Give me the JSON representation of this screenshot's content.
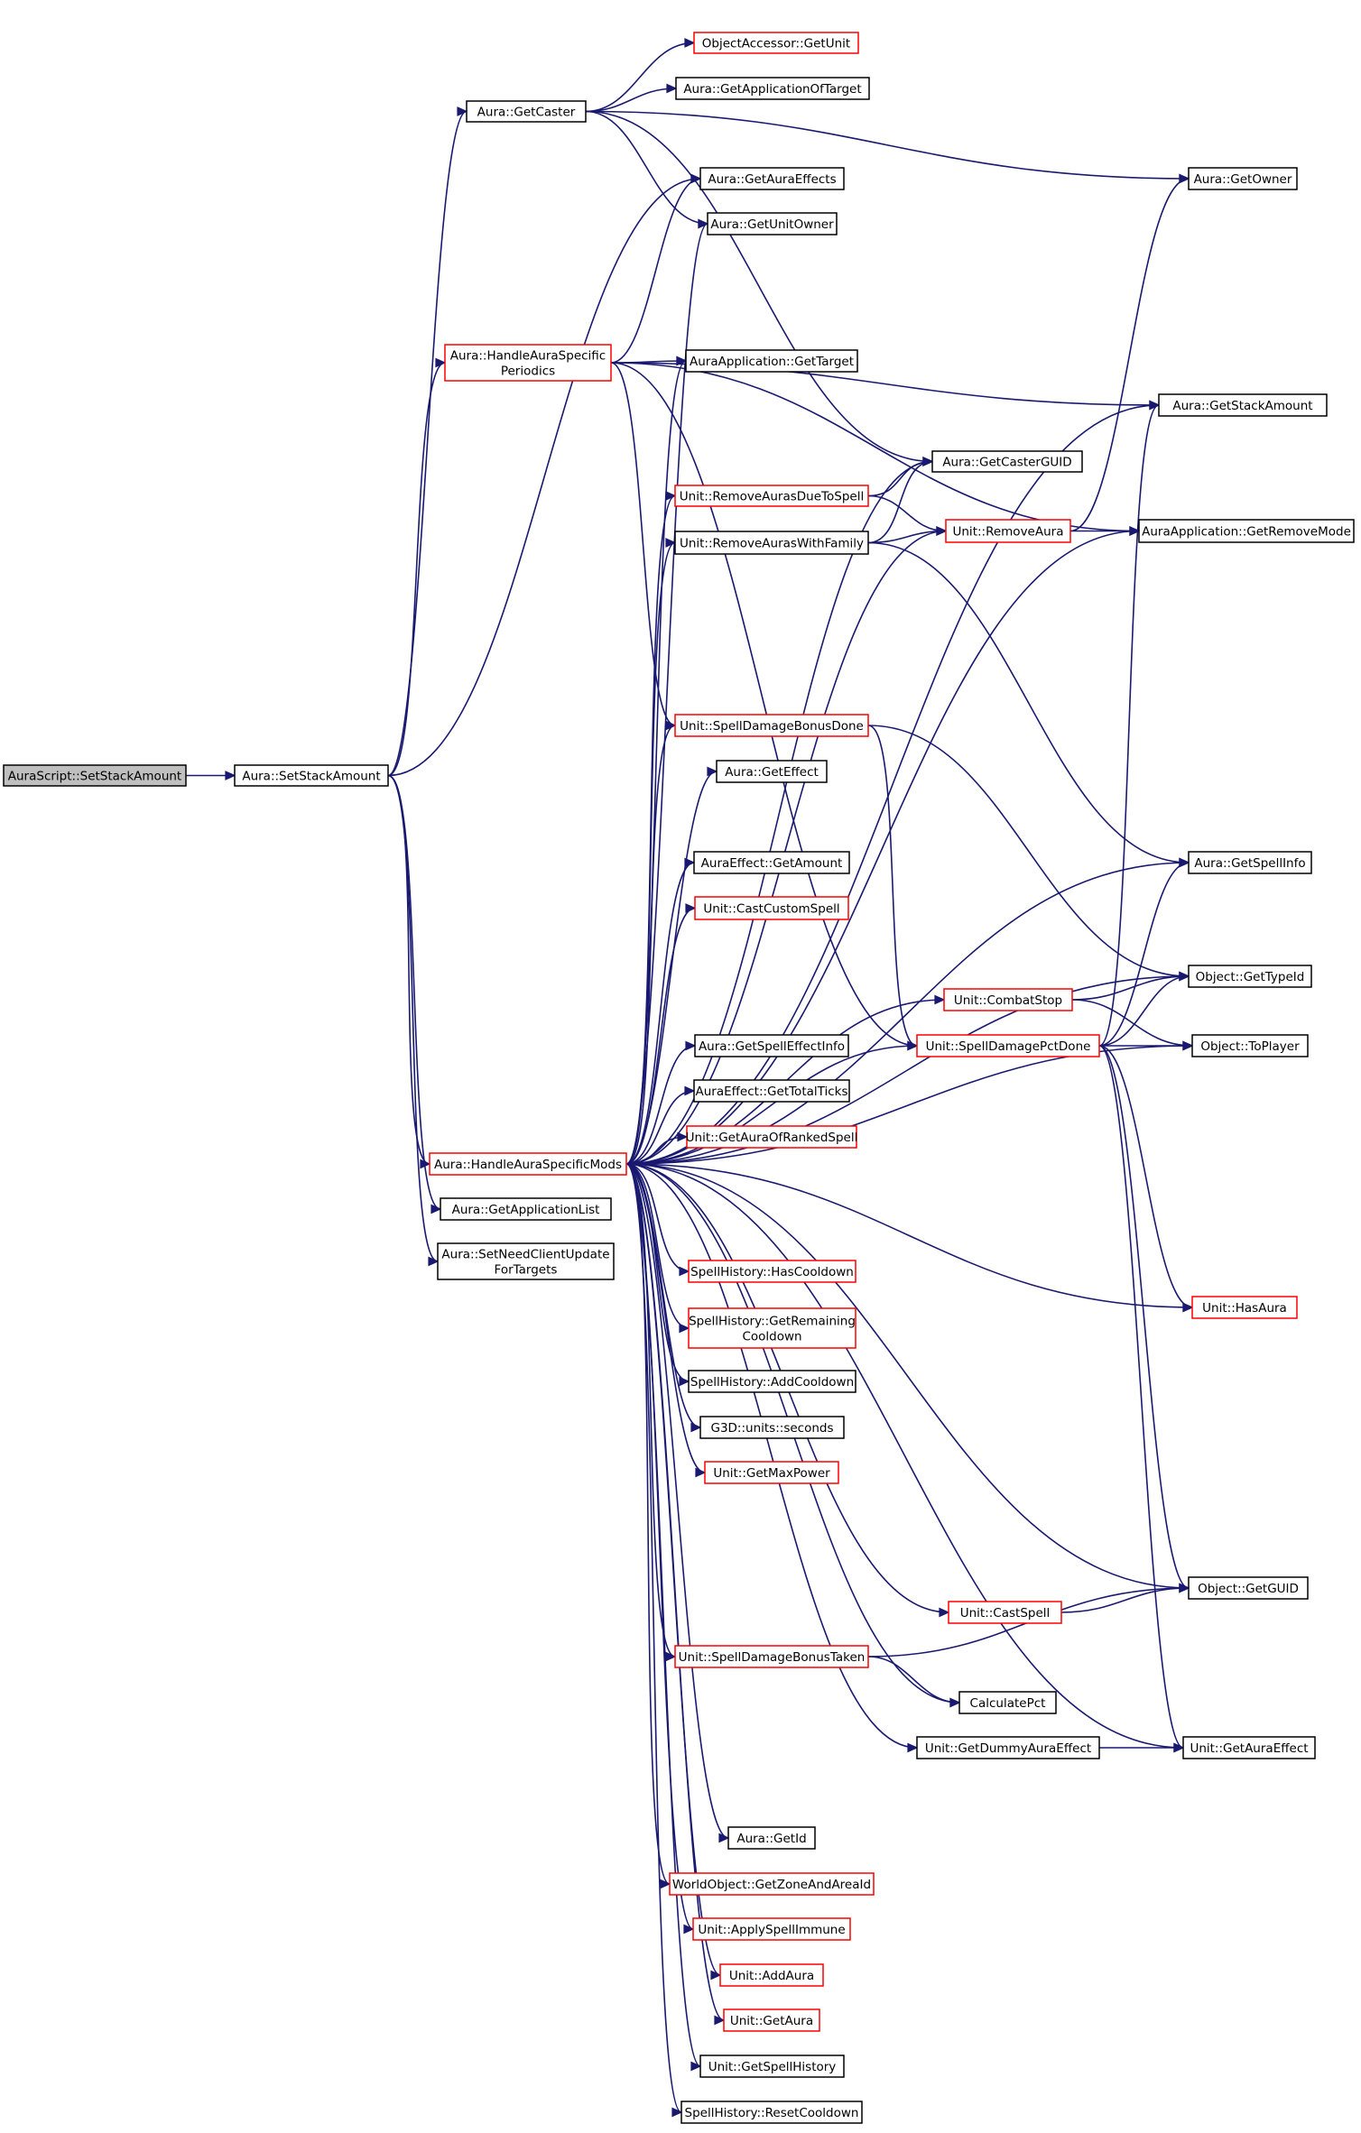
{
  "colors": {
    "edge": "#191970",
    "node_border_default": "#000000",
    "node_border_truncated": "#ff0000",
    "root_fill": "#bfbfbf",
    "node_fill": "#ffffff"
  },
  "nodes": [
    {
      "id": "root",
      "lines": [
        "AuraScript::SetStackAmount"
      ],
      "style": "root"
    },
    {
      "id": "setstack",
      "lines": [
        "Aura::SetStackAmount"
      ],
      "style": "normal"
    },
    {
      "id": "getcaster",
      "lines": [
        "Aura::GetCaster"
      ],
      "style": "normal"
    },
    {
      "id": "objacc",
      "lines": [
        "ObjectAccessor::GetUnit"
      ],
      "style": "truncated"
    },
    {
      "id": "getappoftarget",
      "lines": [
        "Aura::GetApplicationOfTarget"
      ],
      "style": "normal"
    },
    {
      "id": "getauraeffects",
      "lines": [
        "Aura::GetAuraEffects"
      ],
      "style": "normal"
    },
    {
      "id": "getunitowner",
      "lines": [
        "Aura::GetUnitOwner"
      ],
      "style": "normal"
    },
    {
      "id": "getowner",
      "lines": [
        "Aura::GetOwner"
      ],
      "style": "normal"
    },
    {
      "id": "hasperiodics",
      "lines": [
        "Aura::HandleAuraSpecific",
        "Periodics"
      ],
      "style": "truncated"
    },
    {
      "id": "appgettarget",
      "lines": [
        "AuraApplication::GetTarget"
      ],
      "style": "normal"
    },
    {
      "id": "getstackamount",
      "lines": [
        "Aura::GetStackAmount"
      ],
      "style": "normal"
    },
    {
      "id": "getcasterguid",
      "lines": [
        "Aura::GetCasterGUID"
      ],
      "style": "normal"
    },
    {
      "id": "removeduetospell",
      "lines": [
        "Unit::RemoveAurasDueToSpell"
      ],
      "style": "truncated"
    },
    {
      "id": "removewithfamily",
      "lines": [
        "Unit::RemoveAurasWithFamily"
      ],
      "style": "normal"
    },
    {
      "id": "removeaura",
      "lines": [
        "Unit::RemoveAura"
      ],
      "style": "truncated"
    },
    {
      "id": "getremovemode",
      "lines": [
        "AuraApplication::GetRemoveMode"
      ],
      "style": "normal"
    },
    {
      "id": "spelldmgbonusdone",
      "lines": [
        "Unit::SpellDamageBonusDone"
      ],
      "style": "truncated"
    },
    {
      "id": "geteffect",
      "lines": [
        "Aura::GetEffect"
      ],
      "style": "normal"
    },
    {
      "id": "getamount",
      "lines": [
        "AuraEffect::GetAmount"
      ],
      "style": "normal"
    },
    {
      "id": "castcustom",
      "lines": [
        "Unit::CastCustomSpell"
      ],
      "style": "truncated"
    },
    {
      "id": "getspellinfo",
      "lines": [
        "Aura::GetSpellInfo"
      ],
      "style": "normal"
    },
    {
      "id": "gettypeid",
      "lines": [
        "Object::GetTypeId"
      ],
      "style": "normal"
    },
    {
      "id": "combatstop",
      "lines": [
        "Unit::CombatStop"
      ],
      "style": "truncated"
    },
    {
      "id": "spelldmgpct",
      "lines": [
        "Unit::SpellDamagePctDone"
      ],
      "style": "truncated"
    },
    {
      "id": "toplayer",
      "lines": [
        "Object::ToPlayer"
      ],
      "style": "normal"
    },
    {
      "id": "getspelleffectinfo",
      "lines": [
        "Aura::GetSpellEffectInfo"
      ],
      "style": "normal"
    },
    {
      "id": "gettotalticks",
      "lines": [
        "AuraEffect::GetTotalTicks"
      ],
      "style": "normal"
    },
    {
      "id": "getauraofranked",
      "lines": [
        "Unit::GetAuraOfRankedSpell"
      ],
      "style": "truncated"
    },
    {
      "id": "handlemods",
      "lines": [
        "Aura::HandleAuraSpecificMods"
      ],
      "style": "truncated"
    },
    {
      "id": "getapplist",
      "lines": [
        "Aura::GetApplicationList"
      ],
      "style": "normal"
    },
    {
      "id": "setneedclient",
      "lines": [
        "Aura::SetNeedClientUpdate",
        "ForTargets"
      ],
      "style": "normal"
    },
    {
      "id": "hascooldown",
      "lines": [
        "SpellHistory::HasCooldown"
      ],
      "style": "truncated"
    },
    {
      "id": "getremcooldown",
      "lines": [
        "SpellHistory::GetRemaining",
        "Cooldown"
      ],
      "style": "truncated"
    },
    {
      "id": "addcooldown",
      "lines": [
        "SpellHistory::AddCooldown"
      ],
      "style": "normal"
    },
    {
      "id": "seconds",
      "lines": [
        "G3D::units::seconds"
      ],
      "style": "normal"
    },
    {
      "id": "getmaxpower",
      "lines": [
        "Unit::GetMaxPower"
      ],
      "style": "truncated"
    },
    {
      "id": "hasaura",
      "lines": [
        "Unit::HasAura"
      ],
      "style": "truncated"
    },
    {
      "id": "getguid",
      "lines": [
        "Object::GetGUID"
      ],
      "style": "normal"
    },
    {
      "id": "castspell",
      "lines": [
        "Unit::CastSpell"
      ],
      "style": "truncated"
    },
    {
      "id": "spelldmgbonustaken",
      "lines": [
        "Unit::SpellDamageBonusTaken"
      ],
      "style": "truncated"
    },
    {
      "id": "calcpct",
      "lines": [
        "CalculatePct"
      ],
      "style": "normal"
    },
    {
      "id": "getdummy",
      "lines": [
        "Unit::GetDummyAuraEffect"
      ],
      "style": "normal"
    },
    {
      "id": "getauraeffect",
      "lines": [
        "Unit::GetAuraEffect"
      ],
      "style": "normal"
    },
    {
      "id": "getid",
      "lines": [
        "Aura::GetId"
      ],
      "style": "normal"
    },
    {
      "id": "getzone",
      "lines": [
        "WorldObject::GetZoneAndAreaId"
      ],
      "style": "truncated"
    },
    {
      "id": "applyimmune",
      "lines": [
        "Unit::ApplySpellImmune"
      ],
      "style": "truncated"
    },
    {
      "id": "addaura",
      "lines": [
        "Unit::AddAura"
      ],
      "style": "truncated"
    },
    {
      "id": "getaura",
      "lines": [
        "Unit::GetAura"
      ],
      "style": "truncated"
    },
    {
      "id": "getspellhistory",
      "lines": [
        "Unit::GetSpellHistory"
      ],
      "style": "normal"
    },
    {
      "id": "resetcooldown",
      "lines": [
        "SpellHistory::ResetCooldown"
      ],
      "style": "normal"
    }
  ],
  "edges": [
    [
      "root",
      "setstack"
    ],
    [
      "setstack",
      "getcaster"
    ],
    [
      "setstack",
      "getauraeffects"
    ],
    [
      "setstack",
      "hasperiodics"
    ],
    [
      "setstack",
      "handlemods"
    ],
    [
      "setstack",
      "getapplist"
    ],
    [
      "setstack",
      "setneedclient"
    ],
    [
      "getcaster",
      "objacc"
    ],
    [
      "getcaster",
      "getappoftarget"
    ],
    [
      "getcaster",
      "getunitowner"
    ],
    [
      "getcaster",
      "getowner"
    ],
    [
      "getcaster",
      "getcasterguid"
    ],
    [
      "hasperiodics",
      "getauraeffects"
    ],
    [
      "hasperiodics",
      "appgettarget"
    ],
    [
      "hasperiodics",
      "getstackamount"
    ],
    [
      "hasperiodics",
      "getremovemode"
    ],
    [
      "hasperiodics",
      "spelldmgbonusdone"
    ],
    [
      "hasperiodics",
      "spelldmgpct"
    ],
    [
      "removeduetospell",
      "getcasterguid"
    ],
    [
      "removeduetospell",
      "removeaura"
    ],
    [
      "removewithfamily",
      "getcasterguid"
    ],
    [
      "removewithfamily",
      "removeaura"
    ],
    [
      "removewithfamily",
      "getspellinfo"
    ],
    [
      "removeaura",
      "getowner"
    ],
    [
      "removeaura",
      "getremovemode"
    ],
    [
      "spelldmgbonusdone",
      "gettypeid"
    ],
    [
      "spelldmgbonusdone",
      "spelldmgpct"
    ],
    [
      "combatstop",
      "gettypeid"
    ],
    [
      "combatstop",
      "toplayer"
    ],
    [
      "spelldmgpct",
      "getstackamount"
    ],
    [
      "spelldmgpct",
      "getspellinfo"
    ],
    [
      "spelldmgpct",
      "gettypeid"
    ],
    [
      "spelldmgpct",
      "toplayer"
    ],
    [
      "spelldmgpct",
      "hasaura"
    ],
    [
      "spelldmgpct",
      "getguid"
    ],
    [
      "spelldmgpct",
      "getauraeffect"
    ],
    [
      "handlemods",
      "getunitowner"
    ],
    [
      "handlemods",
      "appgettarget"
    ],
    [
      "handlemods",
      "getstackamount"
    ],
    [
      "handlemods",
      "getcasterguid"
    ],
    [
      "handlemods",
      "removeduetospell"
    ],
    [
      "handlemods",
      "removewithfamily"
    ],
    [
      "handlemods",
      "removeaura"
    ],
    [
      "handlemods",
      "getremovemode"
    ],
    [
      "handlemods",
      "spelldmgbonusdone"
    ],
    [
      "handlemods",
      "geteffect"
    ],
    [
      "handlemods",
      "getamount"
    ],
    [
      "handlemods",
      "castcustom"
    ],
    [
      "handlemods",
      "getspellinfo"
    ],
    [
      "handlemods",
      "gettypeid"
    ],
    [
      "handlemods",
      "combatstop"
    ],
    [
      "handlemods",
      "spelldmgpct"
    ],
    [
      "handlemods",
      "toplayer"
    ],
    [
      "handlemods",
      "getspelleffectinfo"
    ],
    [
      "handlemods",
      "gettotalticks"
    ],
    [
      "handlemods",
      "getauraofranked"
    ],
    [
      "handlemods",
      "hascooldown"
    ],
    [
      "handlemods",
      "getremcooldown"
    ],
    [
      "handlemods",
      "addcooldown"
    ],
    [
      "handlemods",
      "seconds"
    ],
    [
      "handlemods",
      "getmaxpower"
    ],
    [
      "handlemods",
      "hasaura"
    ],
    [
      "handlemods",
      "getguid"
    ],
    [
      "handlemods",
      "castspell"
    ],
    [
      "handlemods",
      "spelldmgbonustaken"
    ],
    [
      "handlemods",
      "calcpct"
    ],
    [
      "handlemods",
      "getdummy"
    ],
    [
      "handlemods",
      "getauraeffect"
    ],
    [
      "handlemods",
      "getid"
    ],
    [
      "handlemods",
      "getzone"
    ],
    [
      "handlemods",
      "applyimmune"
    ],
    [
      "handlemods",
      "addaura"
    ],
    [
      "handlemods",
      "getaura"
    ],
    [
      "handlemods",
      "getspellhistory"
    ],
    [
      "handlemods",
      "resetcooldown"
    ],
    [
      "castspell",
      "getguid"
    ],
    [
      "spelldmgbonustaken",
      "getguid"
    ],
    [
      "spelldmgbonustaken",
      "calcpct"
    ],
    [
      "getdummy",
      "getauraeffect"
    ]
  ]
}
